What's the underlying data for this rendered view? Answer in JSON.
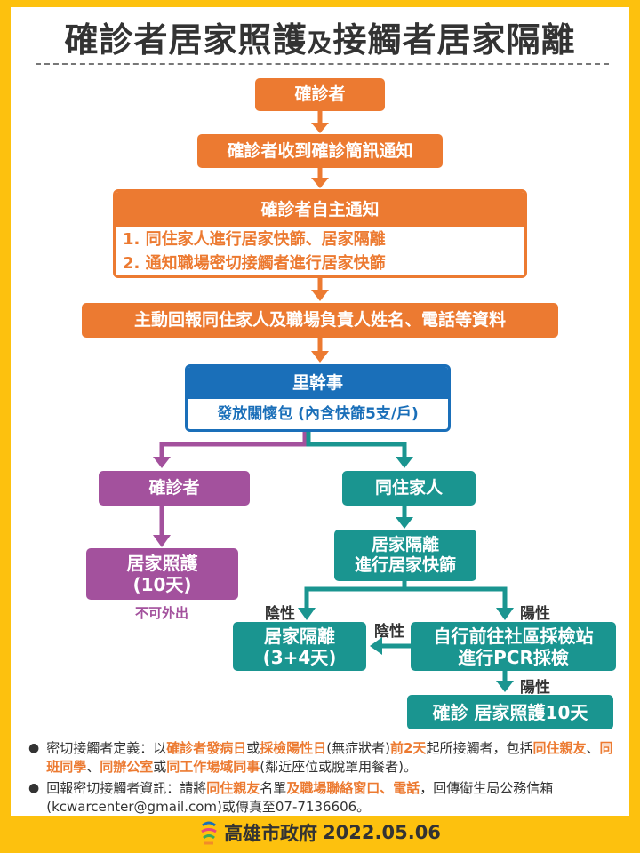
{
  "title": {
    "main": "確診者居家照護",
    "connector": "及",
    "tail": "接觸者居家隔離"
  },
  "flow": {
    "step1": "確診者",
    "step2": "確診者收到確診簡訊通知",
    "step3": {
      "title": "確診者自主通知",
      "items": [
        "1. 同住家人進行居家快篩、居家隔離",
        "2. 通知職場密切接觸者進行居家快篩"
      ]
    },
    "step4": "主動回報同住家人及職場負責人姓名、電話等資料",
    "officer": {
      "title": "里幹事",
      "text": "發放關懷包 (內含快篩5支/戶)"
    },
    "left": {
      "box1": "確診者",
      "box2_line1": "居家照護",
      "box2_line2": "(10天)",
      "note": "不可外出"
    },
    "right": {
      "box1": "同住家人",
      "box2_line1": "居家隔離",
      "box2_line2": "進行居家快篩",
      "neg_label": "陰性",
      "pos_label": "陽性",
      "neg_box_line1": "居家隔離",
      "neg_box_line2": "(3+4天)",
      "pcr_line1": "自行前往社區採檢站",
      "pcr_line2": "進行PCR採檢",
      "pcr_neg_label": "陰性",
      "pcr_pos_label": "陽性",
      "final": "確診 居家照護10天"
    }
  },
  "notes": [
    {
      "parts": [
        "密切接觸者定義：以",
        "確診者發病日",
        "或",
        "採檢陽性日",
        "(無症狀者)",
        "前2天",
        "起所接觸者，包括",
        "同住親友",
        "、",
        "同班同學",
        "、",
        "同辦公室",
        "或",
        "同工作場域同事",
        "(鄰近座位或脫罩用餐者)。"
      ]
    },
    {
      "parts": [
        "回報密切接觸者資訊：請將",
        "同住親友",
        "名單",
        "及職場聯絡窗口、電話",
        "，回傳衛生局公務信箱(kcwarcenter@gmail.com)或傳真至07-7136606。"
      ]
    }
  ],
  "footer": {
    "org": "高雄市政府",
    "date": "2022.05.06"
  },
  "colors": {
    "frame": "#FDC10E",
    "orange": "#EC7A31",
    "blue": "#1A6FB9",
    "purple": "#A3519D",
    "teal": "#1A9590"
  }
}
